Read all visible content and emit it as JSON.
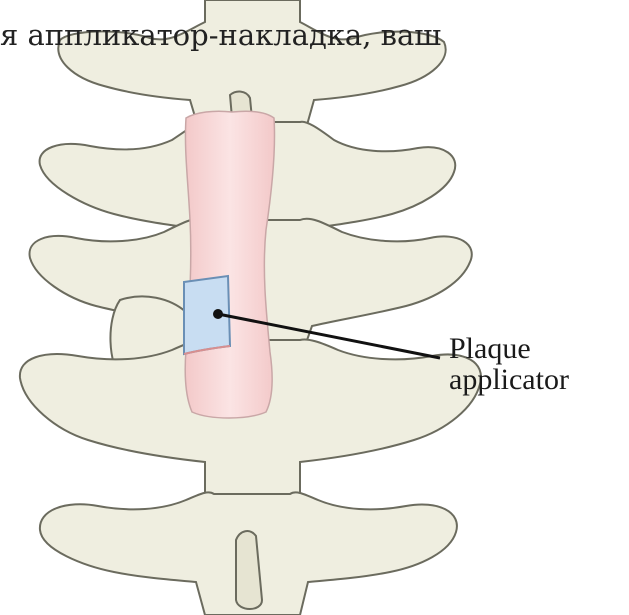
{
  "caption": {
    "text": "я аппликатор-накладка, ваш"
  },
  "annotation": {
    "line1": "Plaque",
    "line2": "applicator"
  },
  "colors": {
    "bone": "#efeee0",
    "bone_outline": "#6b6b5e",
    "spinal_canal": "#f6d6d6",
    "plaque": "#c8ddf2",
    "plaque_outline": "#6a8fb5",
    "pointer": "#111111"
  }
}
